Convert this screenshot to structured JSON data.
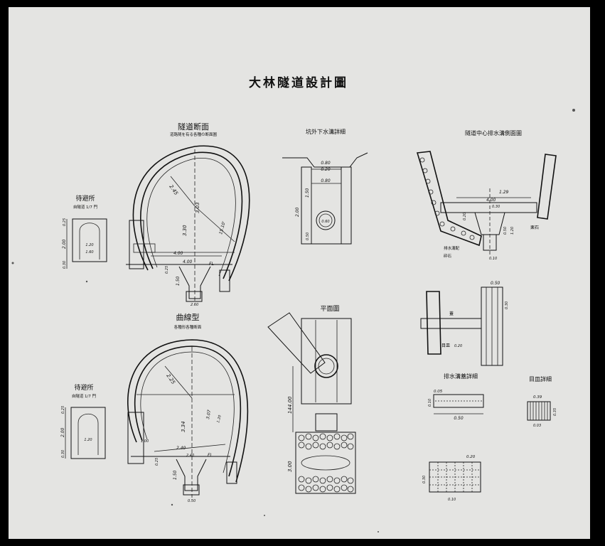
{
  "title": "大林隧道設計圖",
  "tunnel_section": {
    "title": "隧道断面",
    "subtitle": "道路随を有る各種の断面圖",
    "dims": [
      "2.45",
      "3.03",
      "3.30",
      "4.00",
      "4.00",
      "1.50",
      "0.25",
      "15.10'",
      "FL",
      "2.60"
    ]
  },
  "refuge_top": {
    "title": "待避所",
    "subtitle": "自隧道 1/7 門",
    "dims": [
      "0.25",
      "2.00",
      "0.30",
      "1.20",
      "1.60"
    ]
  },
  "curved_type": {
    "title": "曲線型",
    "subtitle": "各種形各種断面",
    "dims": [
      "2.25",
      "3.34",
      "3.07",
      "1.50",
      "2.40",
      "1.00",
      "0.25",
      "2.40",
      "FL",
      "0.50",
      "1.20"
    ]
  },
  "refuge_bottom": {
    "title": "待避所",
    "subtitle": "自隧道 1/7 門",
    "dims": [
      "0.25",
      "2.00",
      "0.30",
      "1.20"
    ]
  },
  "drain_detail": {
    "title": "坑外下水溝詳細",
    "dims": [
      "0.80",
      "0.20",
      "0.80",
      "2.00",
      "1.50",
      "0.50",
      "0.60"
    ]
  },
  "plan": {
    "title": "平面圖",
    "dims": [
      "144.00",
      "3.00"
    ]
  },
  "drain_section": {
    "title": "隧道中心排水溝側面圖",
    "dims": [
      "1.29",
      "0.30",
      "4.00",
      "0.20",
      "0.50",
      "1.20",
      "0.10"
    ],
    "notes": [
      "排水溝配",
      "砕石",
      "栗石"
    ]
  },
  "cover_detail": {
    "title": "排水溝蓋詳細",
    "dims": [
      "0.05",
      "0.10",
      "0.50"
    ]
  },
  "grate_detail": {
    "title": "目皿詳細",
    "dims": [
      "0.39",
      "0.35",
      "0.03"
    ]
  },
  "side_detail": {
    "dims": [
      "0.50",
      "0.30",
      "0.20"
    ],
    "notes": [
      "蓋",
      "目皿"
    ]
  },
  "mesh_detail": {
    "dims": [
      "0.20",
      "0.30",
      "0.10"
    ]
  }
}
